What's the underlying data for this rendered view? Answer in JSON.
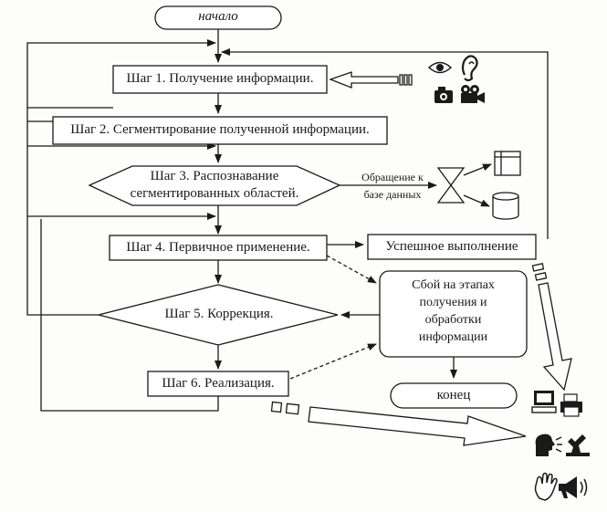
{
  "start": "начало",
  "end": "конец",
  "steps": {
    "s1": "Шаг 1. Получение информации.",
    "s2": "Шаг 2. Сегментирование полученной информации.",
    "s3a": "Шаг 3. Распознавание",
    "s3b": "сегментированных областей.",
    "s4": "Шаг 4. Первичное применение.",
    "s5": "Шаг 5. Коррекция.",
    "s6": "Шаг 6. Реализация."
  },
  "db": {
    "l1": "Обращение к",
    "l2": "базе данных"
  },
  "success": "Успешное выполнение",
  "fail": {
    "l1": "Сбой на этапах",
    "l2": "получения и",
    "l3": "обработки",
    "l4": "информации"
  },
  "icons": {
    "input": [
      "eye-icon",
      "ear-icon",
      "camera-icon",
      "video-camera-icon"
    ],
    "output": [
      "computer-icon",
      "printer-icon",
      "speaking-head-icon",
      "robot-arm-icon",
      "hand-icon",
      "megaphone-icon"
    ],
    "db": [
      "hourglass-icon",
      "table-icon",
      "database-icon"
    ]
  }
}
